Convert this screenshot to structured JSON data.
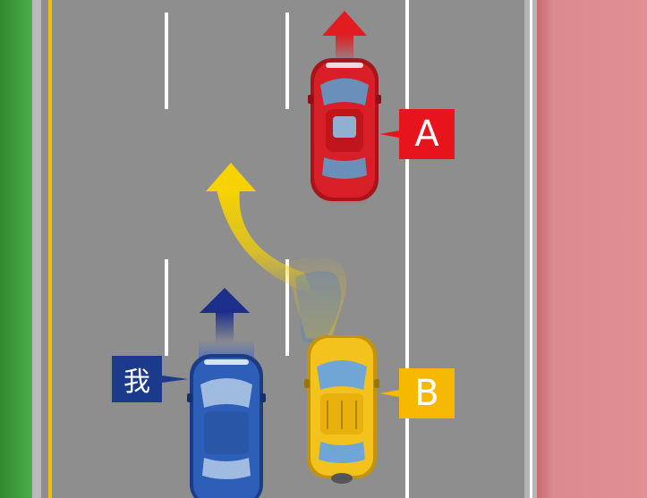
{
  "labels": {
    "car_a": "A",
    "car_b": "B",
    "me": "我"
  },
  "colors": {
    "grass": "#3f9e3f",
    "road": "#8e8e8e",
    "sidewalk": "#d9858a",
    "lane_line": "#ffffff",
    "edge_line": "#f2c200",
    "car_a": "#d81e26",
    "car_b": "#f4c21c",
    "car_me": "#2d5fb8",
    "arrow_red": "#e11b22",
    "arrow_yellow": "#f6d200",
    "arrow_blue": "#1b2f8a"
  },
  "icons": {
    "car_a_arrow": "arrow-up-icon",
    "car_b_path": "curved-arrow-left-icon",
    "car_me_arrow": "arrow-up-icon"
  }
}
